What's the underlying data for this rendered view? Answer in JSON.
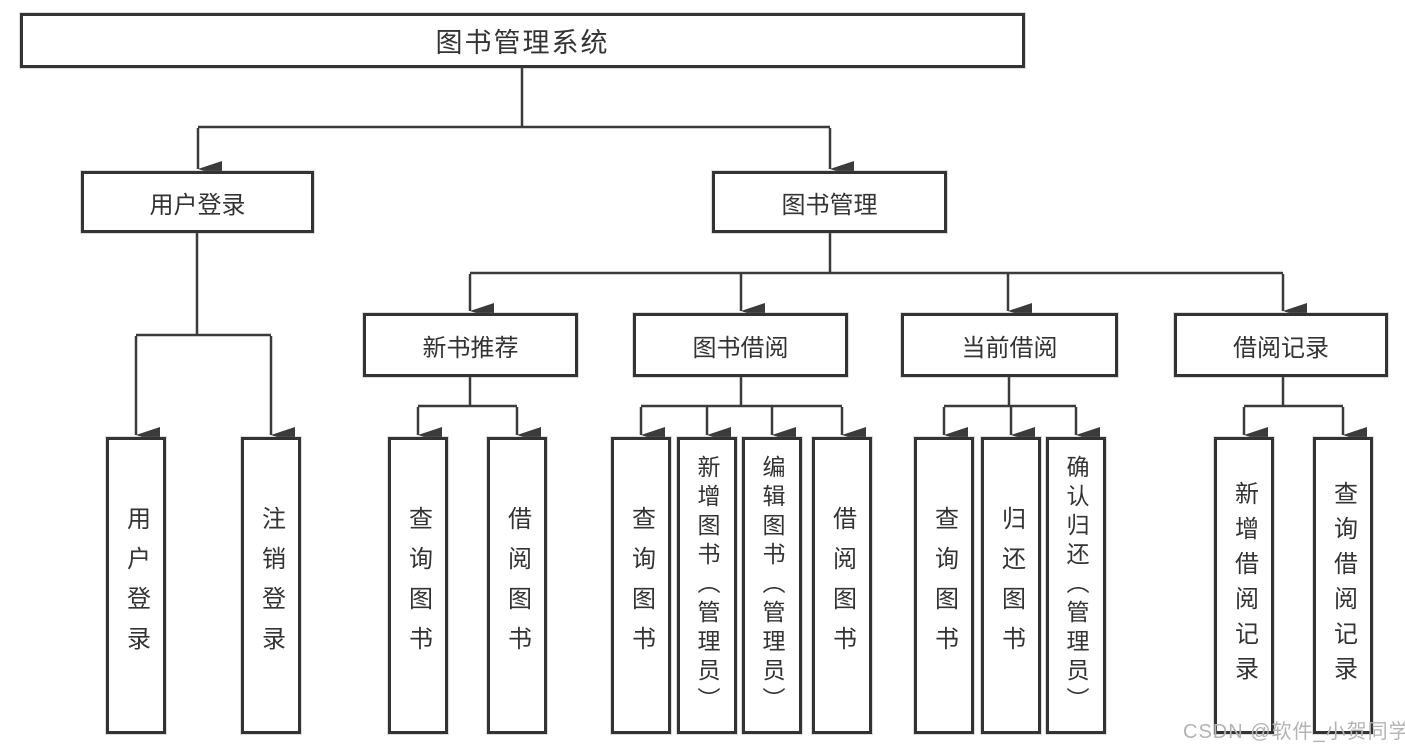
{
  "diagram": {
    "type": "tree",
    "title": "图书管理系统",
    "nodes": {
      "root": {
        "label": "图书管理系统"
      },
      "user_login_branch": {
        "label": "用户登录"
      },
      "book_management": {
        "label": "图书管理"
      },
      "new_book_recommend": {
        "label": "新书推荐"
      },
      "book_borrow": {
        "label": "图书借阅"
      },
      "current_borrow": {
        "label": "当前借阅"
      },
      "borrow_records": {
        "label": "借阅记录"
      },
      "leaf_user_login": {
        "label": "用户登录"
      },
      "leaf_logout": {
        "label": "注销登录"
      },
      "leaf_query_book_1": {
        "label": "查询图书"
      },
      "leaf_borrow_book_1": {
        "label": "借阅图书"
      },
      "leaf_query_book_2": {
        "label": "查询图书"
      },
      "leaf_add_book": {
        "label": "新增图书（管理员）"
      },
      "leaf_edit_book": {
        "label": "编辑图书（管理员）"
      },
      "leaf_borrow_book_2": {
        "label": "借阅图书"
      },
      "leaf_query_book_3": {
        "label": "查询图书"
      },
      "leaf_return_book": {
        "label": "归还图书"
      },
      "leaf_confirm_return": {
        "label": "确认归还（管理员）"
      },
      "leaf_add_borrow_record": {
        "label": "新增借阅记录"
      },
      "leaf_query_borrow_record": {
        "label": "查询借阅记录"
      }
    },
    "hierarchy": {
      "图书管理系统": {
        "用户登录": [
          "用户登录",
          "注销登录"
        ],
        "图书管理": {
          "新书推荐": [
            "查询图书",
            "借阅图书"
          ],
          "图书借阅": [
            "查询图书",
            "新增图书（管理员）",
            "编辑图书（管理员）",
            "借阅图书"
          ],
          "当前借阅": [
            "查询图书",
            "归还图书",
            "确认归还（管理员）"
          ],
          "借阅记录": [
            "新增借阅记录",
            "查询借阅记录"
          ]
        }
      }
    },
    "colors": {
      "line": "#3b3b3b",
      "box_border": "#333333",
      "box_fill": "#ffffff",
      "text": "#333333",
      "watermark": "#b3b3b3",
      "background": "#ffffff"
    }
  },
  "watermark": {
    "text": "CSDN @软件_小贺同学"
  }
}
